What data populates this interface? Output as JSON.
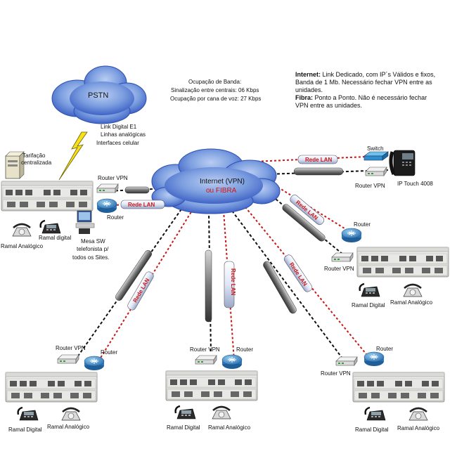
{
  "bandwidth": {
    "title": "Ocupação de Banda:",
    "line1": "Sinalização entre centrais: 06 Kbps",
    "line2": "Ocupação por cana de voz:  27 Kbps"
  },
  "legend": {
    "internet_label": "Internet:",
    "internet_text": "Link Dedicado, com IP´s Válidos e fixos, Banda de 1 Mb. Necessário fechar VPN entre as unidades.",
    "fibra_label": "Fibra:",
    "fibra_text": "Ponto a Ponto. Não é necessário fechar VPN entre as unidades."
  },
  "pstn": {
    "label": "PSTN",
    "link_lines": [
      "Link Digital E1",
      "Linhas analógicas",
      "Interfaces celular"
    ]
  },
  "internet": {
    "line1": "Internet (VPN)",
    "line2": "ou  FIBRA"
  },
  "headquarters": {
    "tarifacao": [
      "Tarifação",
      "centralizada"
    ],
    "router_vpn": "Router VPN",
    "router": "Router",
    "rede_lan": "Rede LAN",
    "ramal_analogico": "Ramal Analógico",
    "ramal_digital": "Ramal digital",
    "mesa": [
      "Mesa SW",
      "telefonista p/",
      "todos os Sites."
    ]
  },
  "remote_top": {
    "switch": "Switch",
    "router_vpn": "Router VPN",
    "ip_touch": "IP Touch 4008",
    "rede_lan": "Rede LAN"
  },
  "remote_right": {
    "router": "Router",
    "router_vpn": "Router VPN",
    "rede_lan": "Rede LAN",
    "ramal_digital": "Ramal Digital",
    "ramal_analogico": "Ramal Analógico"
  },
  "rede_lan_links": [
    "Rede LAN",
    "Rede LAN",
    "Rede LAN"
  ],
  "bottom_left": {
    "router_vpn": "Router VPN",
    "router": "Router",
    "ramal_digital": "Ramal Digital",
    "ramal_analogico": "Ramal Analógico"
  },
  "bottom_center": {
    "router_vpn": "Router VPN",
    "router": "Router",
    "ramal_digital": "Ramal Digital",
    "ramal_analogico": "Ramal Analógico"
  },
  "bottom_right": {
    "router_vpn": "Router VPN",
    "router": "Router",
    "ramal_digital": "Ramal Digital",
    "ramal_analogico": "Ramal Analógico"
  },
  "colors": {
    "cloud": "#6a8fd8",
    "cloud_dark": "#1c3f9e",
    "vpn_link": "#111111",
    "lan_link": "#c81818",
    "fibra_text": "#d41010"
  }
}
